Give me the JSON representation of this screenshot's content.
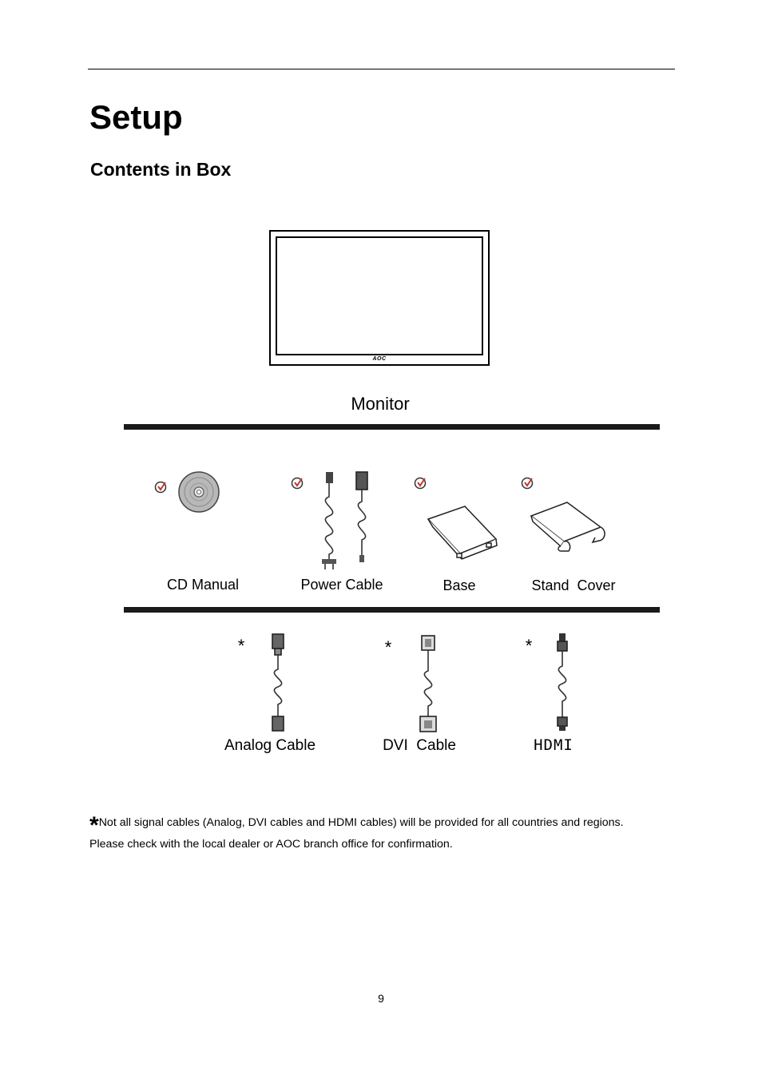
{
  "page": {
    "title": "Setup",
    "subtitle": "Contents in Box",
    "page_number": "9"
  },
  "figure": {
    "monitor_logo": "AOC",
    "monitor_label": "Monitor",
    "accessories": [
      {
        "label": "CD Manual",
        "icon": "cd-icon"
      },
      {
        "label": "Power Cable",
        "icon": "power-cable-icon"
      },
      {
        "label": "Base",
        "icon": "base-icon"
      },
      {
        "label": "Stand  Cover",
        "icon": "stand-cover-icon"
      }
    ],
    "optional_marker": "*",
    "signal_cables": [
      {
        "label": "Analog Cable",
        "icon": "analog-cable-icon"
      },
      {
        "label": "DVI  Cable",
        "icon": "dvi-cable-icon"
      },
      {
        "label": "HDMI",
        "icon": "hdmi-cable-icon"
      }
    ]
  },
  "note": {
    "marker": "*",
    "line1": "Not all signal cables (Analog, DVI cables and HDMI cables) will be provided for all countries and regions.",
    "line2": "Please check with the local dealer or AOC branch office for confirmation."
  }
}
